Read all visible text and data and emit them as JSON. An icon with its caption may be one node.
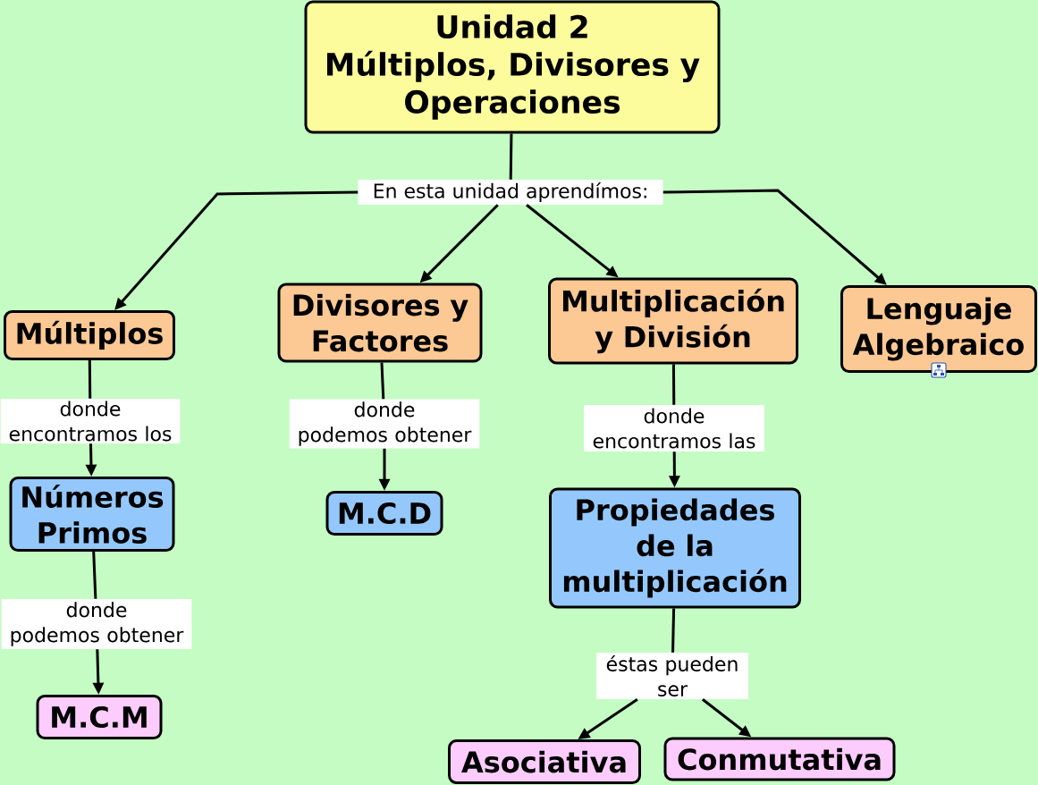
{
  "diagram": {
    "nodes": [
      {
        "text": [
          "Unidad 2",
          "Múltiplos, Divisores y Operaciones"
        ]
      },
      {
        "text": [
          "En esta unidad aprendímos:"
        ]
      },
      {
        "text": [
          "Múltiplos"
        ]
      },
      {
        "text": [
          "Divisores y Factores"
        ]
      },
      {
        "text": [
          "Multiplicación y División"
        ]
      },
      {
        "text": [
          "Lenguaje Algebraico"
        ]
      },
      {
        "text": [
          "donde encontramos los"
        ]
      },
      {
        "text": [
          "Números Primos"
        ]
      },
      {
        "text": [
          "donde podemos obtener"
        ]
      },
      {
        "text": [
          "M.C.M"
        ]
      },
      {
        "text": [
          "donde podemos obtener"
        ]
      },
      {
        "text": [
          "M.C.D"
        ]
      },
      {
        "text": [
          "donde encontramos las"
        ]
      },
      {
        "text": [
          "Propiedades de la multiplicación"
        ]
      },
      {
        "text": [
          "éstas pueden ser"
        ]
      },
      {
        "text": [
          "Asociativa"
        ]
      },
      {
        "text": [
          "Conmutativa"
        ]
      }
    ],
    "edges": [
      {
        "from": 0,
        "to": 1,
        "arrow": "none"
      },
      {
        "from": 1,
        "to": 2,
        "arrow": "to"
      },
      {
        "from": 1,
        "to": 3,
        "arrow": "to"
      },
      {
        "from": 1,
        "to": 4,
        "arrow": "to"
      },
      {
        "from": 1,
        "to": 5,
        "arrow": "to"
      },
      {
        "from": 2,
        "to": 6,
        "arrow": "none"
      },
      {
        "from": 6,
        "to": 7,
        "arrow": "to"
      },
      {
        "from": 7,
        "to": 8,
        "arrow": "none"
      },
      {
        "from": 8,
        "to": 9,
        "arrow": "to"
      },
      {
        "from": 3,
        "to": 10,
        "arrow": "none"
      },
      {
        "from": 10,
        "to": 11,
        "arrow": "to"
      },
      {
        "from": 4,
        "to": 12,
        "arrow": "none"
      },
      {
        "from": 12,
        "to": 13,
        "arrow": "to"
      },
      {
        "from": 13,
        "to": 14,
        "arrow": "none"
      },
      {
        "from": 14,
        "to": 15,
        "arrow": "to"
      },
      {
        "from": 14,
        "to": 16,
        "arrow": "to"
      }
    ]
  }
}
